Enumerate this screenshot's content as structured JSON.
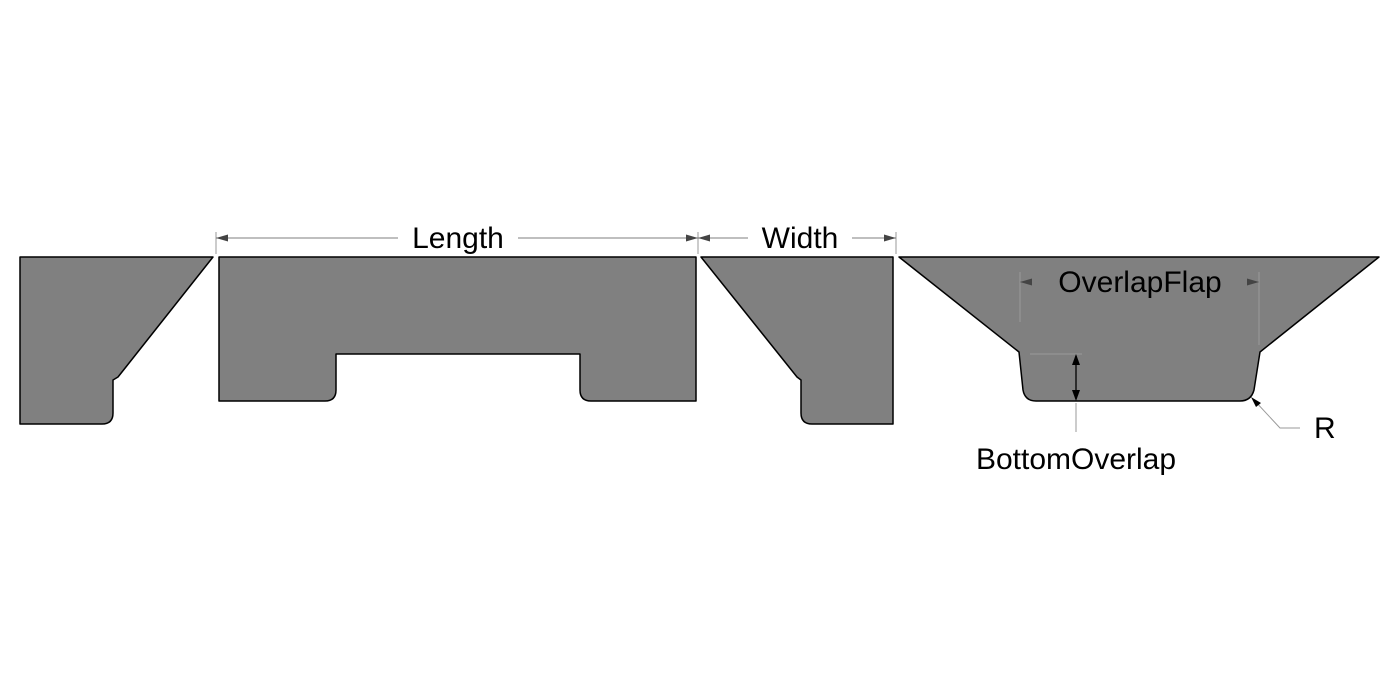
{
  "labels": {
    "length": "Length",
    "width": "Width",
    "overlap_flap": "OverlapFlap",
    "bottom_overlap": "BottomOverlap",
    "radius": "R"
  },
  "colors": {
    "panel_fill": "#808080",
    "outline": "#000000",
    "dimension_line": "#7f7f7f",
    "background": "#ffffff"
  }
}
